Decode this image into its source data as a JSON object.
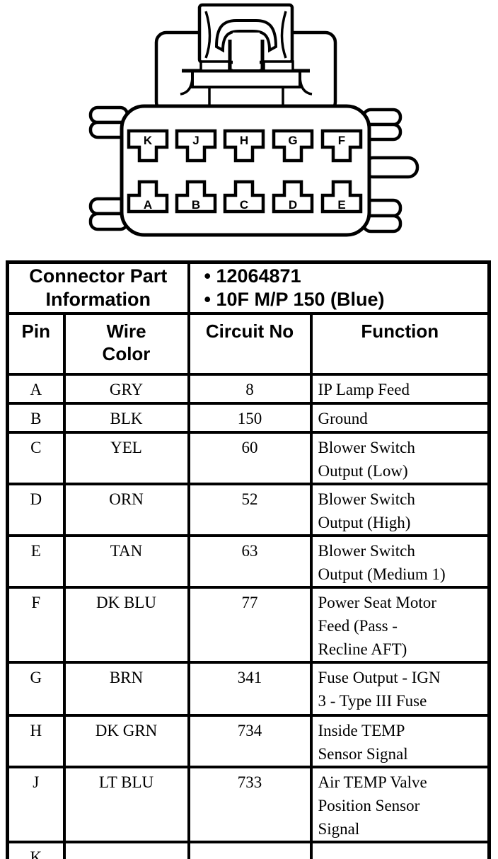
{
  "connector_diagram": {
    "top_row_pins": [
      "K",
      "J",
      "H",
      "G",
      "F"
    ],
    "bottom_row_pins": [
      "A",
      "B",
      "C",
      "D",
      "E"
    ]
  },
  "table": {
    "part_info_label": "Connector Part\nInformation",
    "part_details": [
      "• 12064871",
      "• 10F M/P 150 (Blue)"
    ],
    "columns": [
      "Pin",
      "Wire\nColor",
      "Circuit No",
      "Function"
    ],
    "rows": [
      {
        "pin": "A",
        "wire_color": "GRY",
        "circuit_no": "8",
        "function": "IP Lamp Feed"
      },
      {
        "pin": "B",
        "wire_color": "BLK",
        "circuit_no": "150",
        "function": "Ground"
      },
      {
        "pin": "C",
        "wire_color": "YEL",
        "circuit_no": "60",
        "function": "Blower Switch\nOutput (Low)"
      },
      {
        "pin": "D",
        "wire_color": "ORN",
        "circuit_no": "52",
        "function": "Blower Switch\nOutput (High)"
      },
      {
        "pin": "E",
        "wire_color": "TAN",
        "circuit_no": "63",
        "function": "Blower Switch\nOutput (Medium 1)"
      },
      {
        "pin": "F",
        "wire_color": "DK BLU",
        "circuit_no": "77",
        "function": "Power Seat Motor\nFeed (Pass -\nRecline AFT)"
      },
      {
        "pin": "G",
        "wire_color": "BRN",
        "circuit_no": "341",
        "function": "Fuse Output - IGN\n3 - Type III Fuse"
      },
      {
        "pin": "H",
        "wire_color": "DK GRN",
        "circuit_no": "734",
        "function": "Inside TEMP\nSensor Signal"
      },
      {
        "pin": "J",
        "wire_color": "LT BLU",
        "circuit_no": "733",
        "function": "Air TEMP Valve\nPosition Sensor\nSignal"
      },
      {
        "pin": "K",
        "wire_color": "",
        "circuit_no": "",
        "function": ""
      }
    ]
  },
  "colors": {
    "ink": "#000000",
    "paper": "#ffffff"
  }
}
